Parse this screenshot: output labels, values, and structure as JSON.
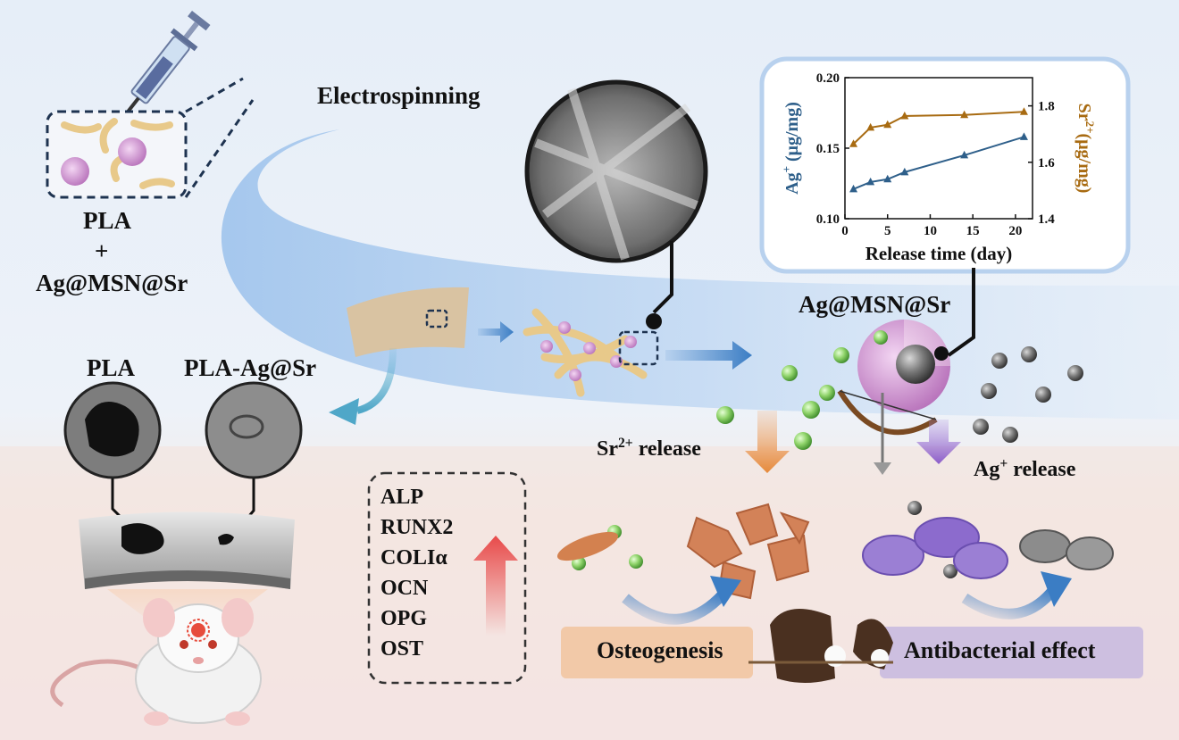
{
  "labels": {
    "electrospinning": "Electrospinning",
    "pla_top": "PLA",
    "plus": "+",
    "ag_msn_sr_left": "Ag@MSN@Sr",
    "ag_msn_sr_right": "Ag@MSN@Sr",
    "pla_group": "PLA",
    "pla_ag_sr_group": "PLA-Ag@Sr",
    "sr_release": "Sr",
    "sr_release_sup": "2+",
    "sr_release_tail": " release",
    "ag_release": "Ag",
    "ag_release_sup": "+",
    "ag_release_tail": " release",
    "osteogenesis": "Osteogenesis",
    "antibacterial": "Antibacterial effect"
  },
  "markers": [
    "ALP",
    "RUNX2",
    "COLIα",
    "OCN",
    "OPG",
    "OST"
  ],
  "colors": {
    "ag_series": "#2e5f8a",
    "sr_series": "#a86b12",
    "osteogenesis_panel": "#f2c9a8",
    "antibacterial_panel": "#cdbfe0",
    "up_arrow": "#e84a4a",
    "sr_arrow": "#e5893a",
    "ag_arrow": "#8b5cc9"
  },
  "chart_data": {
    "type": "line",
    "xlabel": "Release time (day)",
    "ylabel_left": "Ag",
    "ylabel_left_sup": "+",
    "ylabel_left_unit": " (μg/mg)",
    "ylabel_right": "Sr",
    "ylabel_right_sup": "2+",
    "ylabel_right_unit": "(μg/mg)",
    "xlim": [
      0,
      22
    ],
    "ylim_left": [
      0.1,
      0.2
    ],
    "ylim_right": [
      1.4,
      1.9
    ],
    "xticks": [
      0,
      5,
      10,
      15,
      20
    ],
    "yticks_left": [
      0.1,
      0.15,
      0.2
    ],
    "yticks_left_labels": [
      "0.10",
      "0.15",
      "0.20"
    ],
    "yticks_right": [
      1.4,
      1.6,
      1.8
    ],
    "yticks_right_labels": [
      "1.4",
      "1.6",
      "1.8"
    ],
    "series": [
      {
        "axis": "left",
        "x": [
          1,
          3,
          5,
          7,
          14,
          21
        ],
        "y": [
          0.121,
          0.126,
          0.128,
          0.133,
          0.145,
          0.158
        ]
      },
      {
        "axis": "right",
        "x": [
          1,
          3,
          5,
          7,
          14,
          21
        ],
        "y": [
          1.665,
          1.723,
          1.733,
          1.764,
          1.768,
          1.779
        ]
      }
    ]
  }
}
